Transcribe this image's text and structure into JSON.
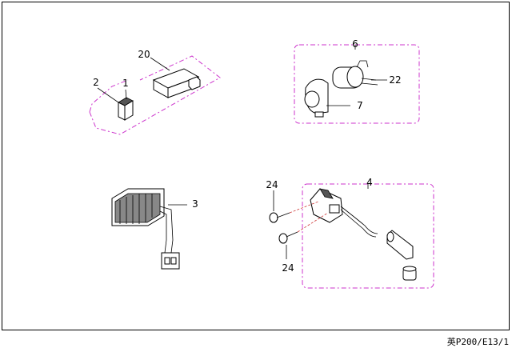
{
  "callouts": {
    "c1": "1",
    "c2": "2",
    "c3": "3",
    "c4": "4",
    "c6": "6",
    "c7": "7",
    "c20": "20",
    "c22": "22",
    "c24a": "24",
    "c24b": "24"
  },
  "footer": {
    "code": "英P200/E13/1"
  },
  "colors": {
    "group_outline": "#cc33cc",
    "line": "#000000",
    "background": "#ffffff"
  }
}
